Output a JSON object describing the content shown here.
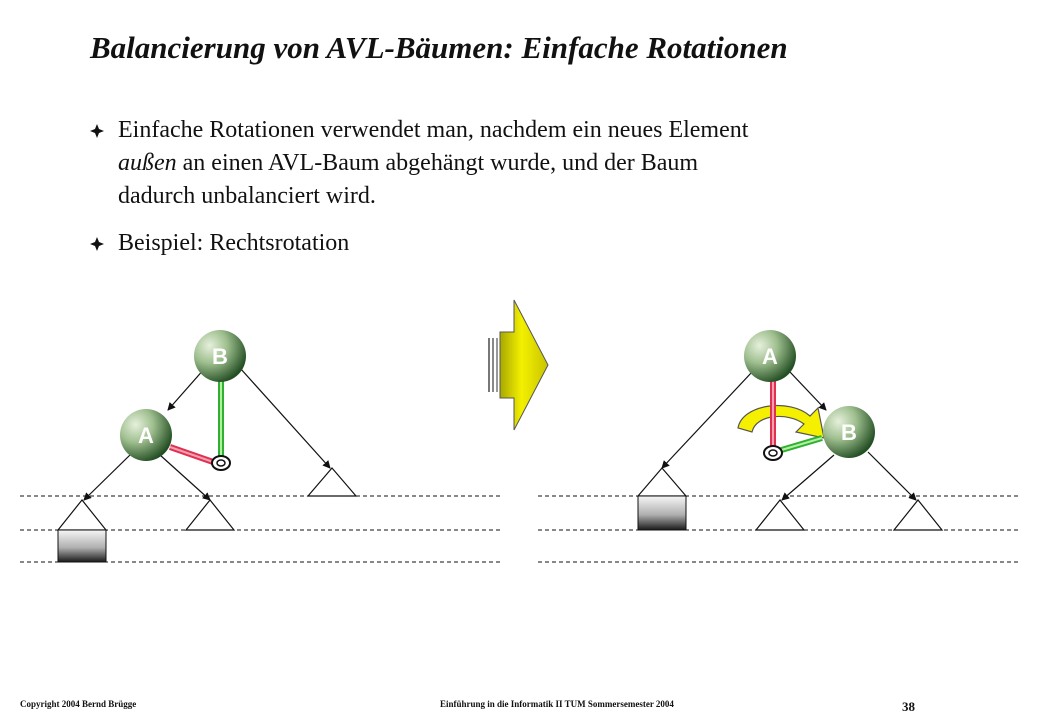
{
  "slide": {
    "title": "Balancierung von AVL-Bäumen: Einfache Rotationen",
    "bullet1": {
      "line1": "Einfache Rotationen verwendet man, nachdem ein neues Element",
      "line2_italic": "außen",
      "line2_rest": " an einen AVL-Baum abgehängt wurde, und der Baum",
      "line3": "dadurch unbalanciert wird."
    },
    "bullet2": "Beispiel: Rechtsrotation"
  },
  "diagram": {
    "before": {
      "root": "B",
      "child": "A"
    },
    "after": {
      "root": "A",
      "child": "B"
    }
  },
  "colors": {
    "node_light": "#d8e8cc",
    "node_dark": "#2a5a2a",
    "red_edge": "#e03050",
    "green_edge": "#30b030",
    "arrow_fill": "#e8e000"
  },
  "footer": {
    "copyright": "Copyright 2004 Bernd Brügge",
    "course": "Einführung in die Informatik II TUM Sommersemester 2004",
    "page": "38"
  }
}
